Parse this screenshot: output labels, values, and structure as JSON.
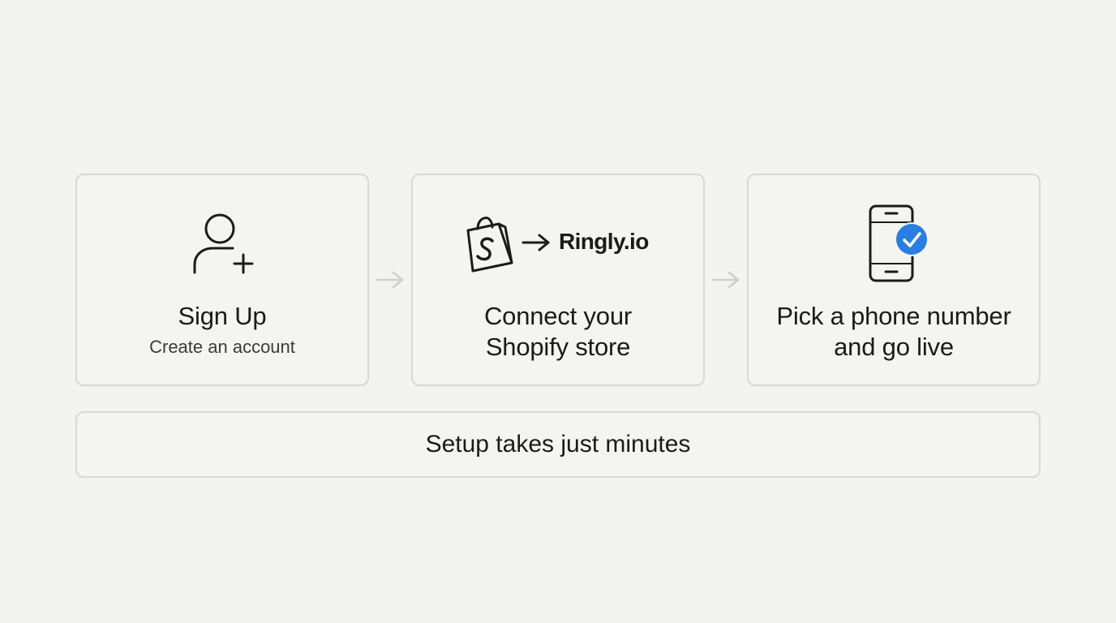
{
  "steps": [
    {
      "icon": "user-plus-icon",
      "title": "Sign Up",
      "subtitle": "Create an account"
    },
    {
      "icon": "shopify-bag-icon",
      "brand": "Ringly.io",
      "title_lines": [
        "Connect your",
        "Shopify store"
      ]
    },
    {
      "icon": "phone-check-icon",
      "title_lines": [
        "Pick a phone number",
        "and go live"
      ]
    }
  ],
  "banner": {
    "text": "Setup takes just minutes"
  },
  "colors": {
    "background": "#f3f3ef",
    "border": "#d8d8d4",
    "text": "#1b1b1b",
    "check_badge": "#2a7de1",
    "arrow": "#cfcfca"
  }
}
